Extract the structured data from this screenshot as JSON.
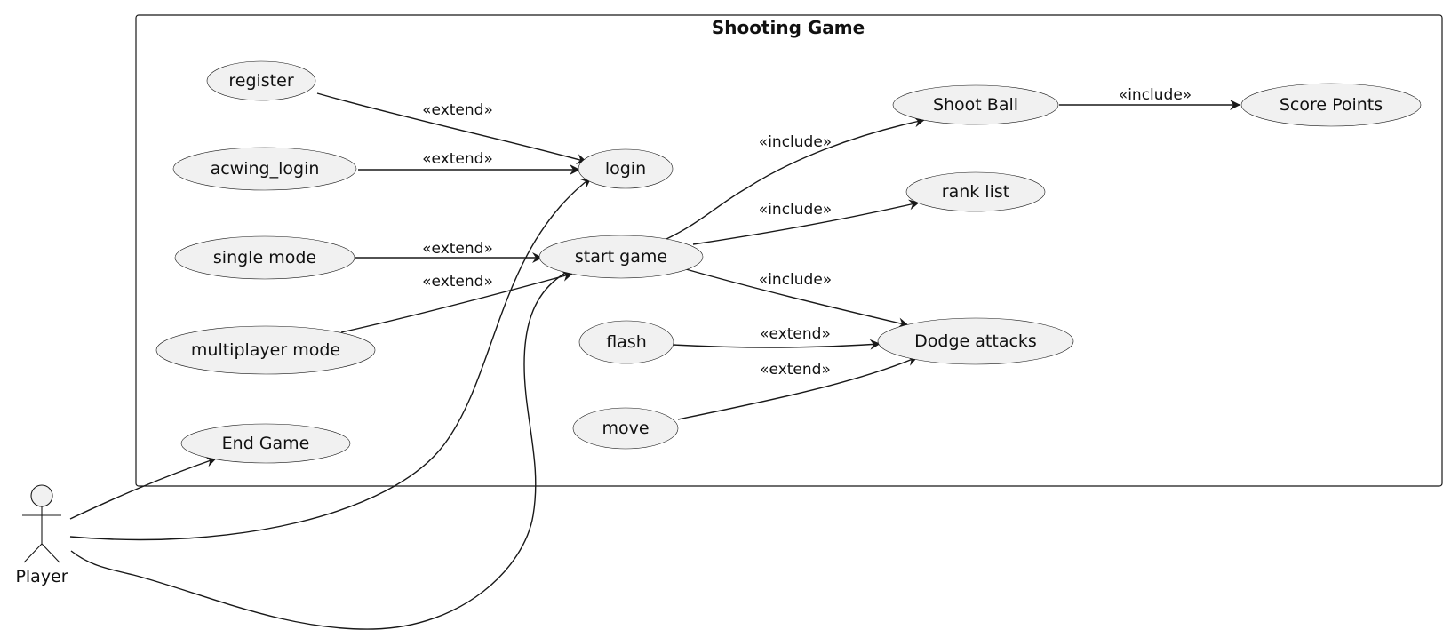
{
  "system": {
    "title": "Shooting Game"
  },
  "actor": {
    "name": "Player"
  },
  "use_cases": {
    "register": "register",
    "acwing_login": "acwing_login",
    "single_mode": "single mode",
    "multiplayer_mode": "multiplayer mode",
    "end_game": "End Game",
    "login": "login",
    "start_game": "start game",
    "flash": "flash",
    "move": "move",
    "shoot_ball": "Shoot Ball",
    "rank_list": "rank list",
    "dodge_attacks": "Dodge attacks",
    "score_points": "Score Points"
  },
  "relations": {
    "register_login": "«extend»",
    "acwing_login_login": "«extend»",
    "single_mode_start_game": "«extend»",
    "multiplayer_mode_start_game": "«extend»",
    "start_game_shoot_ball": "«include»",
    "start_game_rank_list": "«include»",
    "start_game_dodge_attacks": "«include»",
    "flash_dodge_attacks": "«extend»",
    "move_dodge_attacks": "«extend»",
    "shoot_ball_score_points": "«include»"
  }
}
